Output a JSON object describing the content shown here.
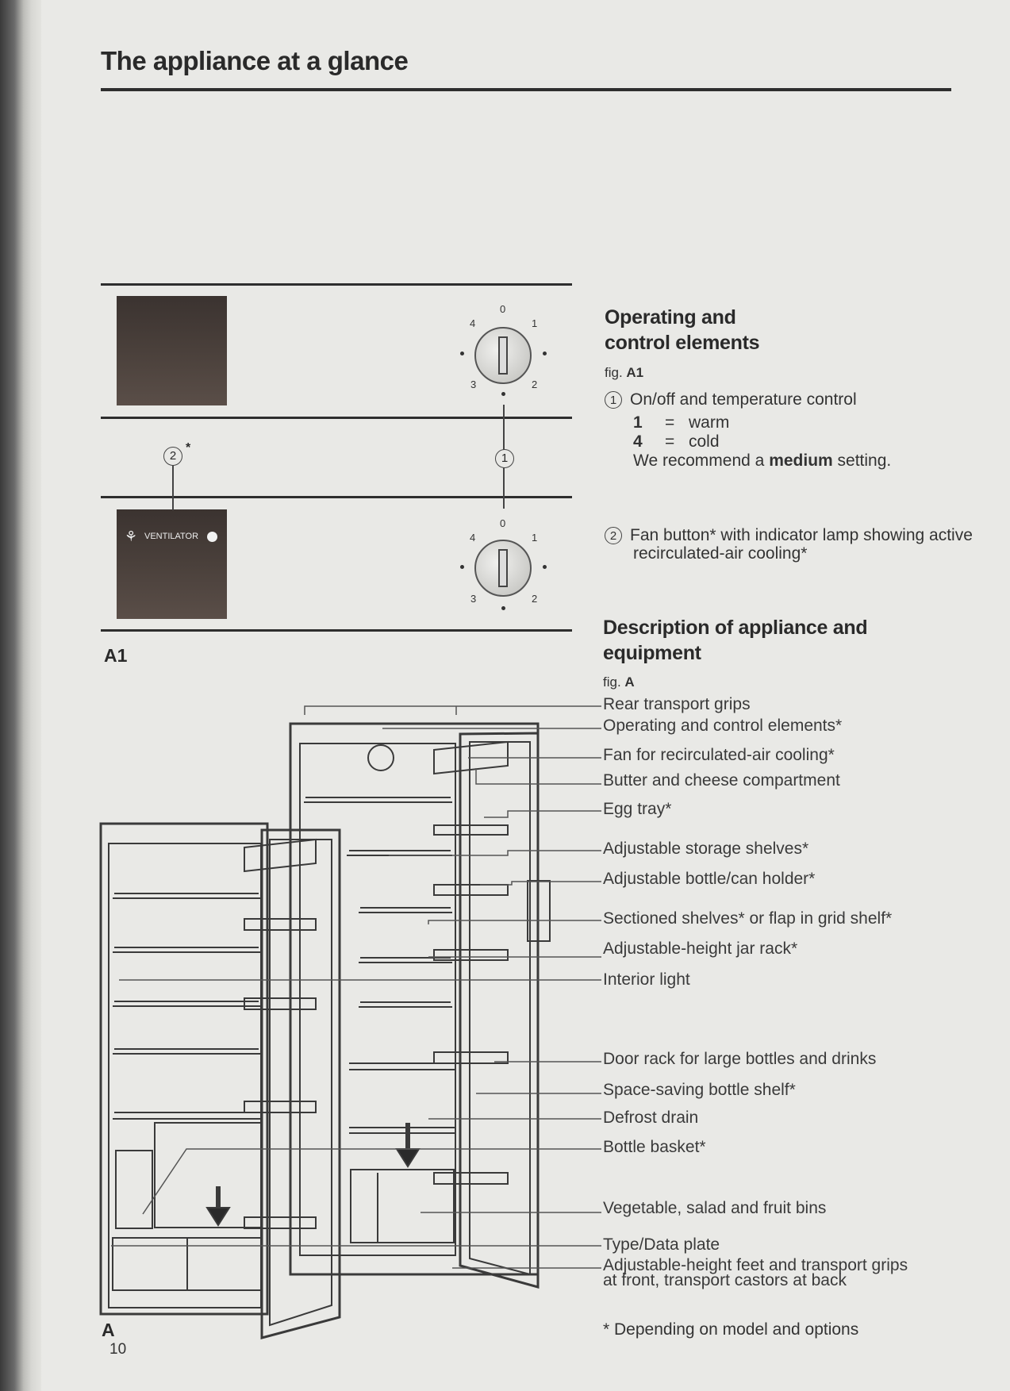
{
  "page": {
    "title": "The appliance at a glance",
    "number": "10",
    "footnote": "* Depending on model and options"
  },
  "figure_a1": {
    "label": "A1",
    "panel_label": "VENTILATOR",
    "dial_ticks": [
      "0",
      "1",
      "2",
      "3",
      "4"
    ],
    "callout_1": "1",
    "callout_2": "2",
    "asterisk": "*"
  },
  "operating": {
    "heading_line1": "Operating and",
    "heading_line2": "control elements",
    "fig_prefix": "fig. ",
    "fig_id": "A1",
    "item1": {
      "num": "1",
      "text": "On/off and temperature control",
      "warm_num": "1",
      "eq": "=",
      "warm": "warm",
      "cold_num": "4",
      "cold": "cold",
      "recommend_pre": "We recommend a ",
      "recommend_bold": "medium",
      "recommend_post": " setting."
    },
    "item2": {
      "num": "2",
      "line1": "Fan button* with indicator lamp showing active",
      "line2": "recirculated-air cooling*"
    }
  },
  "description": {
    "heading_line1": "Description of appliance and",
    "heading_line2": "equipment",
    "fig_prefix": "fig. ",
    "fig_id": "A",
    "figure_label": "A",
    "items": [
      "Rear transport grips",
      "Operating and control elements*",
      "Fan for recirculated-air cooling*",
      "Butter and cheese compartment",
      "Egg tray*",
      "Adjustable storage shelves*",
      "Adjustable bottle/can holder*",
      "Sectioned shelves* or flap in grid shelf*",
      "Adjustable-height jar rack*",
      "Interior light",
      "Door rack for large bottles and drinks",
      "Space-saving bottle shelf*",
      "Defrost drain",
      "Bottle basket*",
      "Vegetable, salad and fruit bins",
      "Type/Data plate",
      {
        "line1": "Adjustable-height feet and transport grips",
        "line2": "at front, transport castors at back"
      }
    ]
  }
}
